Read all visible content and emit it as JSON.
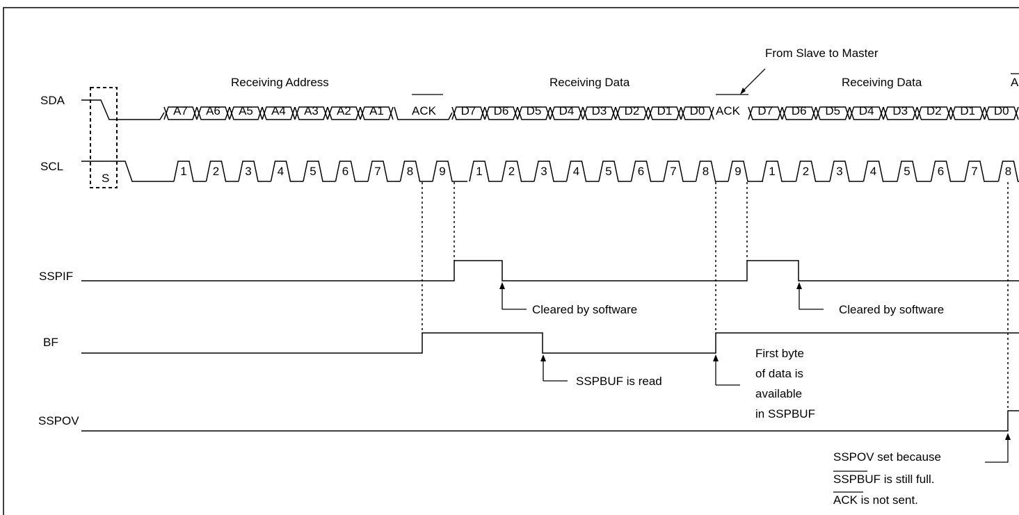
{
  "signals": {
    "sda": "SDA",
    "scl": "SCL",
    "sspif": "SSPIF",
    "bf": "BF",
    "sspov": "SSPOV"
  },
  "start_label": "S",
  "headers": {
    "receiving_address": "Receiving Address",
    "receiving_data_1": "Receiving Data",
    "receiving_data_2": "Receiving Data",
    "from_slave": "From Slave to Master"
  },
  "sda_bits": {
    "address": [
      "A7",
      "A6",
      "A5",
      "A4",
      "A3",
      "A2",
      "A1"
    ],
    "address_ack": "ACK",
    "data1": [
      "D7",
      "D6",
      "D5",
      "D4",
      "D3",
      "D2",
      "D1",
      "D0"
    ],
    "data1_ack": "ACK",
    "data2": [
      "D7",
      "D6",
      "D5",
      "D4",
      "D3",
      "D2",
      "D1",
      "D0"
    ],
    "data2_ack_partial": "A"
  },
  "scl_pulses": {
    "byte1": [
      "1",
      "2",
      "3",
      "4",
      "5",
      "6",
      "7",
      "8",
      "9"
    ],
    "byte2": [
      "1",
      "2",
      "3",
      "4",
      "5",
      "6",
      "7",
      "8",
      "9"
    ],
    "byte3": [
      "1",
      "2",
      "3",
      "4",
      "5",
      "6",
      "7",
      "8"
    ]
  },
  "annotations": {
    "cleared_1": "Cleared by software",
    "cleared_2": "Cleared by software",
    "sspbuf_read": "SSPBUF is read",
    "first_byte_lines": [
      "First byte",
      "of data is",
      "available",
      "in SSPBUF"
    ],
    "sspov_note_line1": "SSPOV set because",
    "sspov_note_line2": "SSPBUF is still full.",
    "sspov_note_line3": "ACK is not sent."
  }
}
